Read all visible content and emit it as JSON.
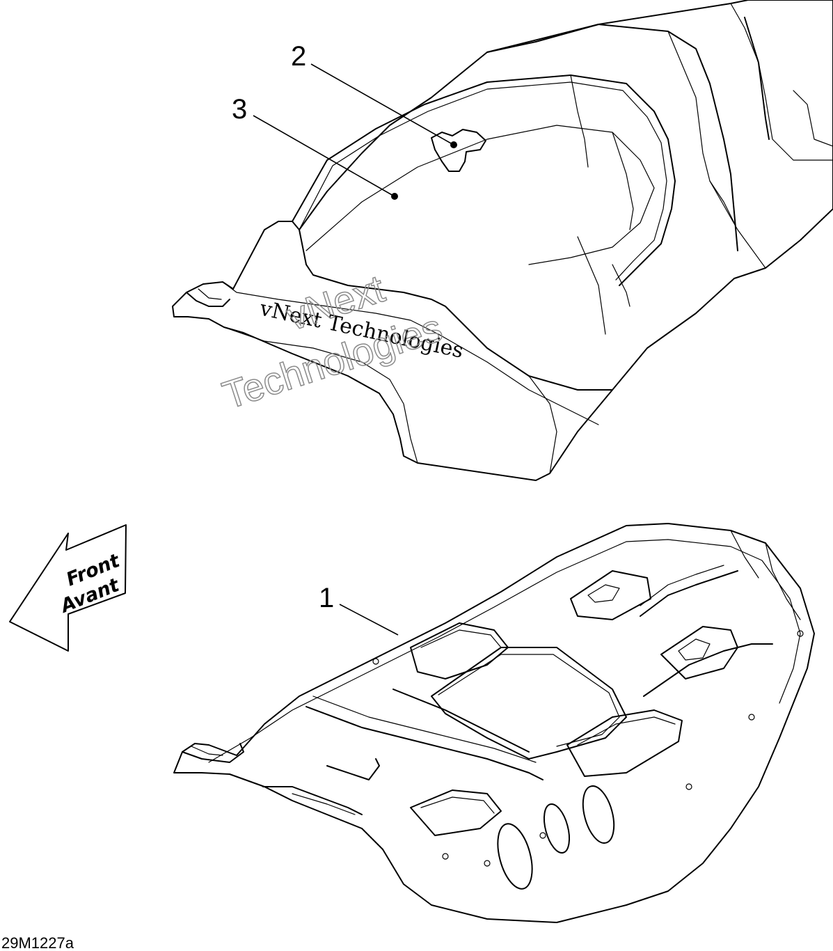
{
  "callouts": {
    "c1": "1",
    "c2": "2",
    "c3": "3"
  },
  "direction_arrow": {
    "line1": "Front",
    "line2": "Avant"
  },
  "watermark": {
    "serif_text": "vNext Technologies",
    "outline_line1": "vNext",
    "outline_line2": "Technologies"
  },
  "drawing_id": "29M1227a",
  "colors": {
    "line": "#000000",
    "background": "#ffffff",
    "watermark": "#8a8a8a"
  }
}
